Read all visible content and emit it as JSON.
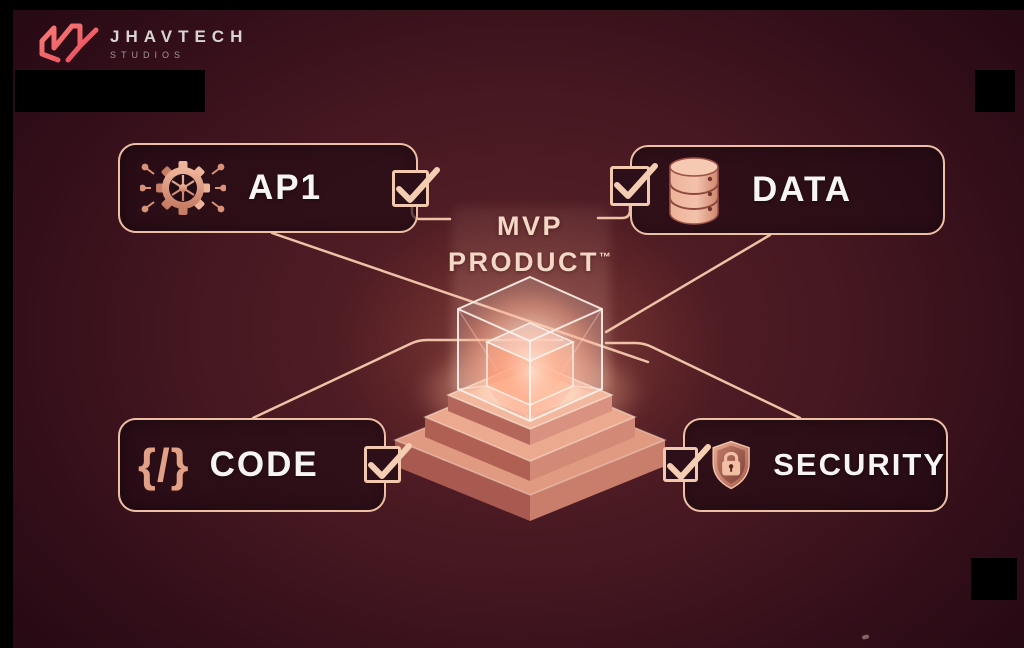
{
  "brand": {
    "name": "JHAVTECH",
    "subtitle": "STUDIOS"
  },
  "center": {
    "title_line1": "MVP",
    "title_line2": "PRODUCT",
    "trademark": "™"
  },
  "nodes": [
    {
      "id": "api",
      "label": "AP1",
      "icon": "gear-api-icon",
      "checked": true
    },
    {
      "id": "data",
      "label": "DATA",
      "icon": "database-icon",
      "checked": true
    },
    {
      "id": "code",
      "label": "CODE",
      "icon": "code-braces-icon",
      "checked": true,
      "glyph": "{/}"
    },
    {
      "id": "security",
      "label": "SECURITY",
      "icon": "shield-lock-icon",
      "checked": true
    }
  ],
  "colors": {
    "background": "#2e0c17",
    "wire": "#eec2a7",
    "copper": "#dd9378",
    "coral": "#f4616b",
    "label_text": "#f7f4f4",
    "title_cream": "#f4d8c6"
  }
}
